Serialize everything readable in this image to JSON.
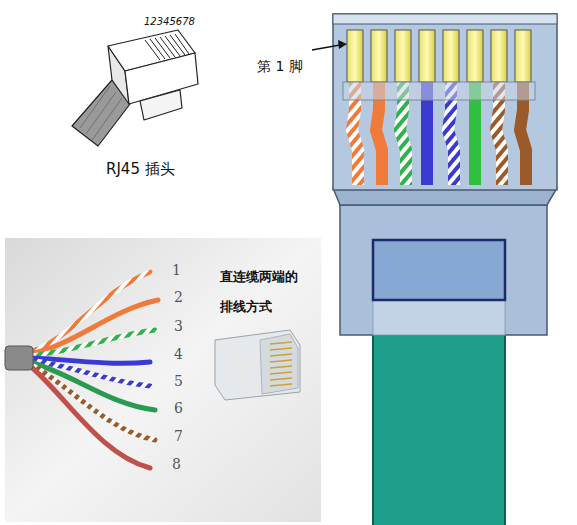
{
  "diagram": {
    "labels": [
      "12345678",
      "RJ45 插头",
      "第 1 脚",
      "直连缆两端的 排线方式",
      "1",
      "2",
      "3",
      "4",
      "5",
      "6",
      "7",
      "8"
    ]
  }
}
